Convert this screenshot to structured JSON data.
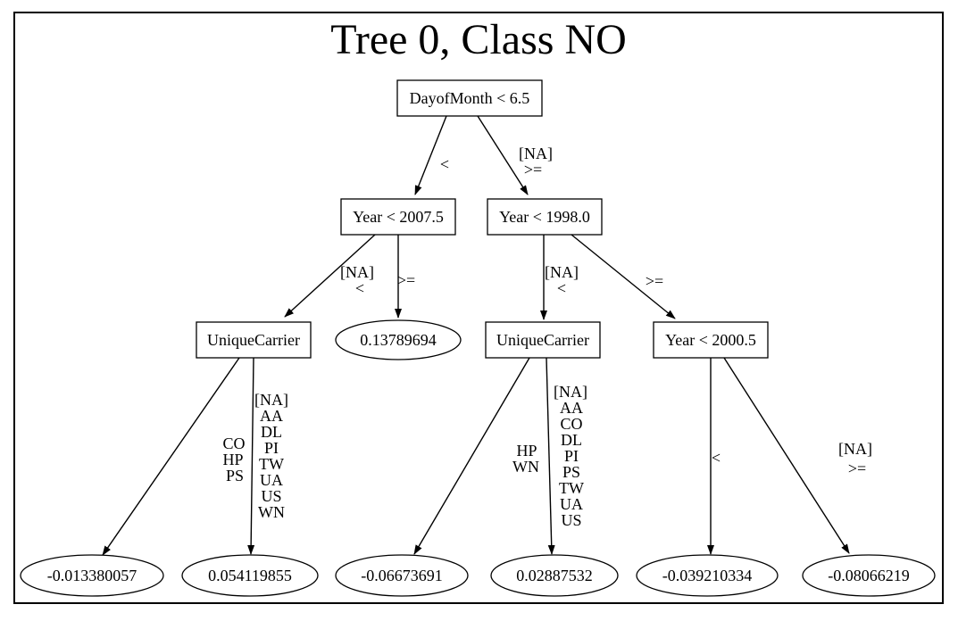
{
  "title": "Tree 0, Class NO",
  "colors": {
    "ink": "#000000",
    "background": "#ffffff"
  },
  "tree": {
    "nodes": {
      "root": {
        "label": "DayofMonth < 6.5",
        "type": "split"
      },
      "yearA": {
        "label": "Year < 2007.5",
        "type": "split"
      },
      "yearB": {
        "label": "Year < 1998.0",
        "type": "split"
      },
      "carrierA": {
        "label": "UniqueCarrier",
        "type": "split"
      },
      "carrierB": {
        "label": "UniqueCarrier",
        "type": "split"
      },
      "yearC": {
        "label": "Year < 2000.5",
        "type": "split"
      },
      "leaf1": {
        "label": "0.13789694",
        "type": "leaf"
      },
      "leaf2": {
        "label": "-0.013380057",
        "type": "leaf"
      },
      "leaf3": {
        "label": "0.054119855",
        "type": "leaf"
      },
      "leaf4": {
        "label": "-0.06673691",
        "type": "leaf"
      },
      "leaf5": {
        "label": "0.02887532",
        "type": "leaf"
      },
      "leaf6": {
        "label": "-0.039210334",
        "type": "leaf"
      },
      "leaf7": {
        "label": "-0.08066219",
        "type": "leaf"
      }
    },
    "edges": [
      {
        "from": "root",
        "to": "yearA",
        "label_lines": [
          "<"
        ]
      },
      {
        "from": "root",
        "to": "yearB",
        "label_lines": [
          "[NA]",
          ">="
        ]
      },
      {
        "from": "yearA",
        "to": "carrierA",
        "label_lines": [
          "[NA]",
          "<"
        ]
      },
      {
        "from": "yearA",
        "to": "leaf1",
        "label_lines": [
          ">="
        ]
      },
      {
        "from": "yearB",
        "to": "carrierB",
        "label_lines": [
          "[NA]",
          "<"
        ]
      },
      {
        "from": "yearB",
        "to": "yearC",
        "label_lines": [
          ">="
        ]
      },
      {
        "from": "carrierA",
        "to": "leaf2",
        "label_lines": [
          "CO",
          "HP",
          "PS"
        ]
      },
      {
        "from": "carrierA",
        "to": "leaf3",
        "label_lines": [
          "[NA]",
          "AA",
          "DL",
          "PI",
          "TW",
          "UA",
          "US",
          "WN"
        ]
      },
      {
        "from": "carrierB",
        "to": "leaf4",
        "label_lines": [
          "HP",
          "WN"
        ]
      },
      {
        "from": "carrierB",
        "to": "leaf5",
        "label_lines": [
          "[NA]",
          "AA",
          "CO",
          "DL",
          "PI",
          "PS",
          "TW",
          "UA",
          "US"
        ]
      },
      {
        "from": "yearC",
        "to": "leaf6",
        "label_lines": [
          "<"
        ]
      },
      {
        "from": "yearC",
        "to": "leaf7",
        "label_lines": [
          "[NA]",
          ">="
        ]
      }
    ]
  }
}
